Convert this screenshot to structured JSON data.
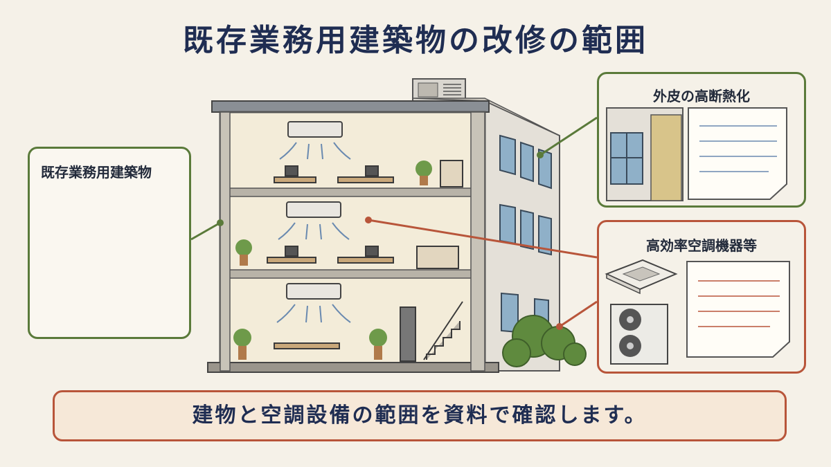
{
  "title": "既存業務用建築物の改修の範囲",
  "callouts": {
    "existing_building": "既存業務用建築物",
    "envelope_insulation": "外皮の高断熱化",
    "hvac_equipment": "高効率空調機器等"
  },
  "banner": "建物と空調設備の範囲を資料で確認します。",
  "colors": {
    "title": "#1f2d52",
    "green_accent": "#5a7a3a",
    "orange_accent": "#b8553a"
  }
}
